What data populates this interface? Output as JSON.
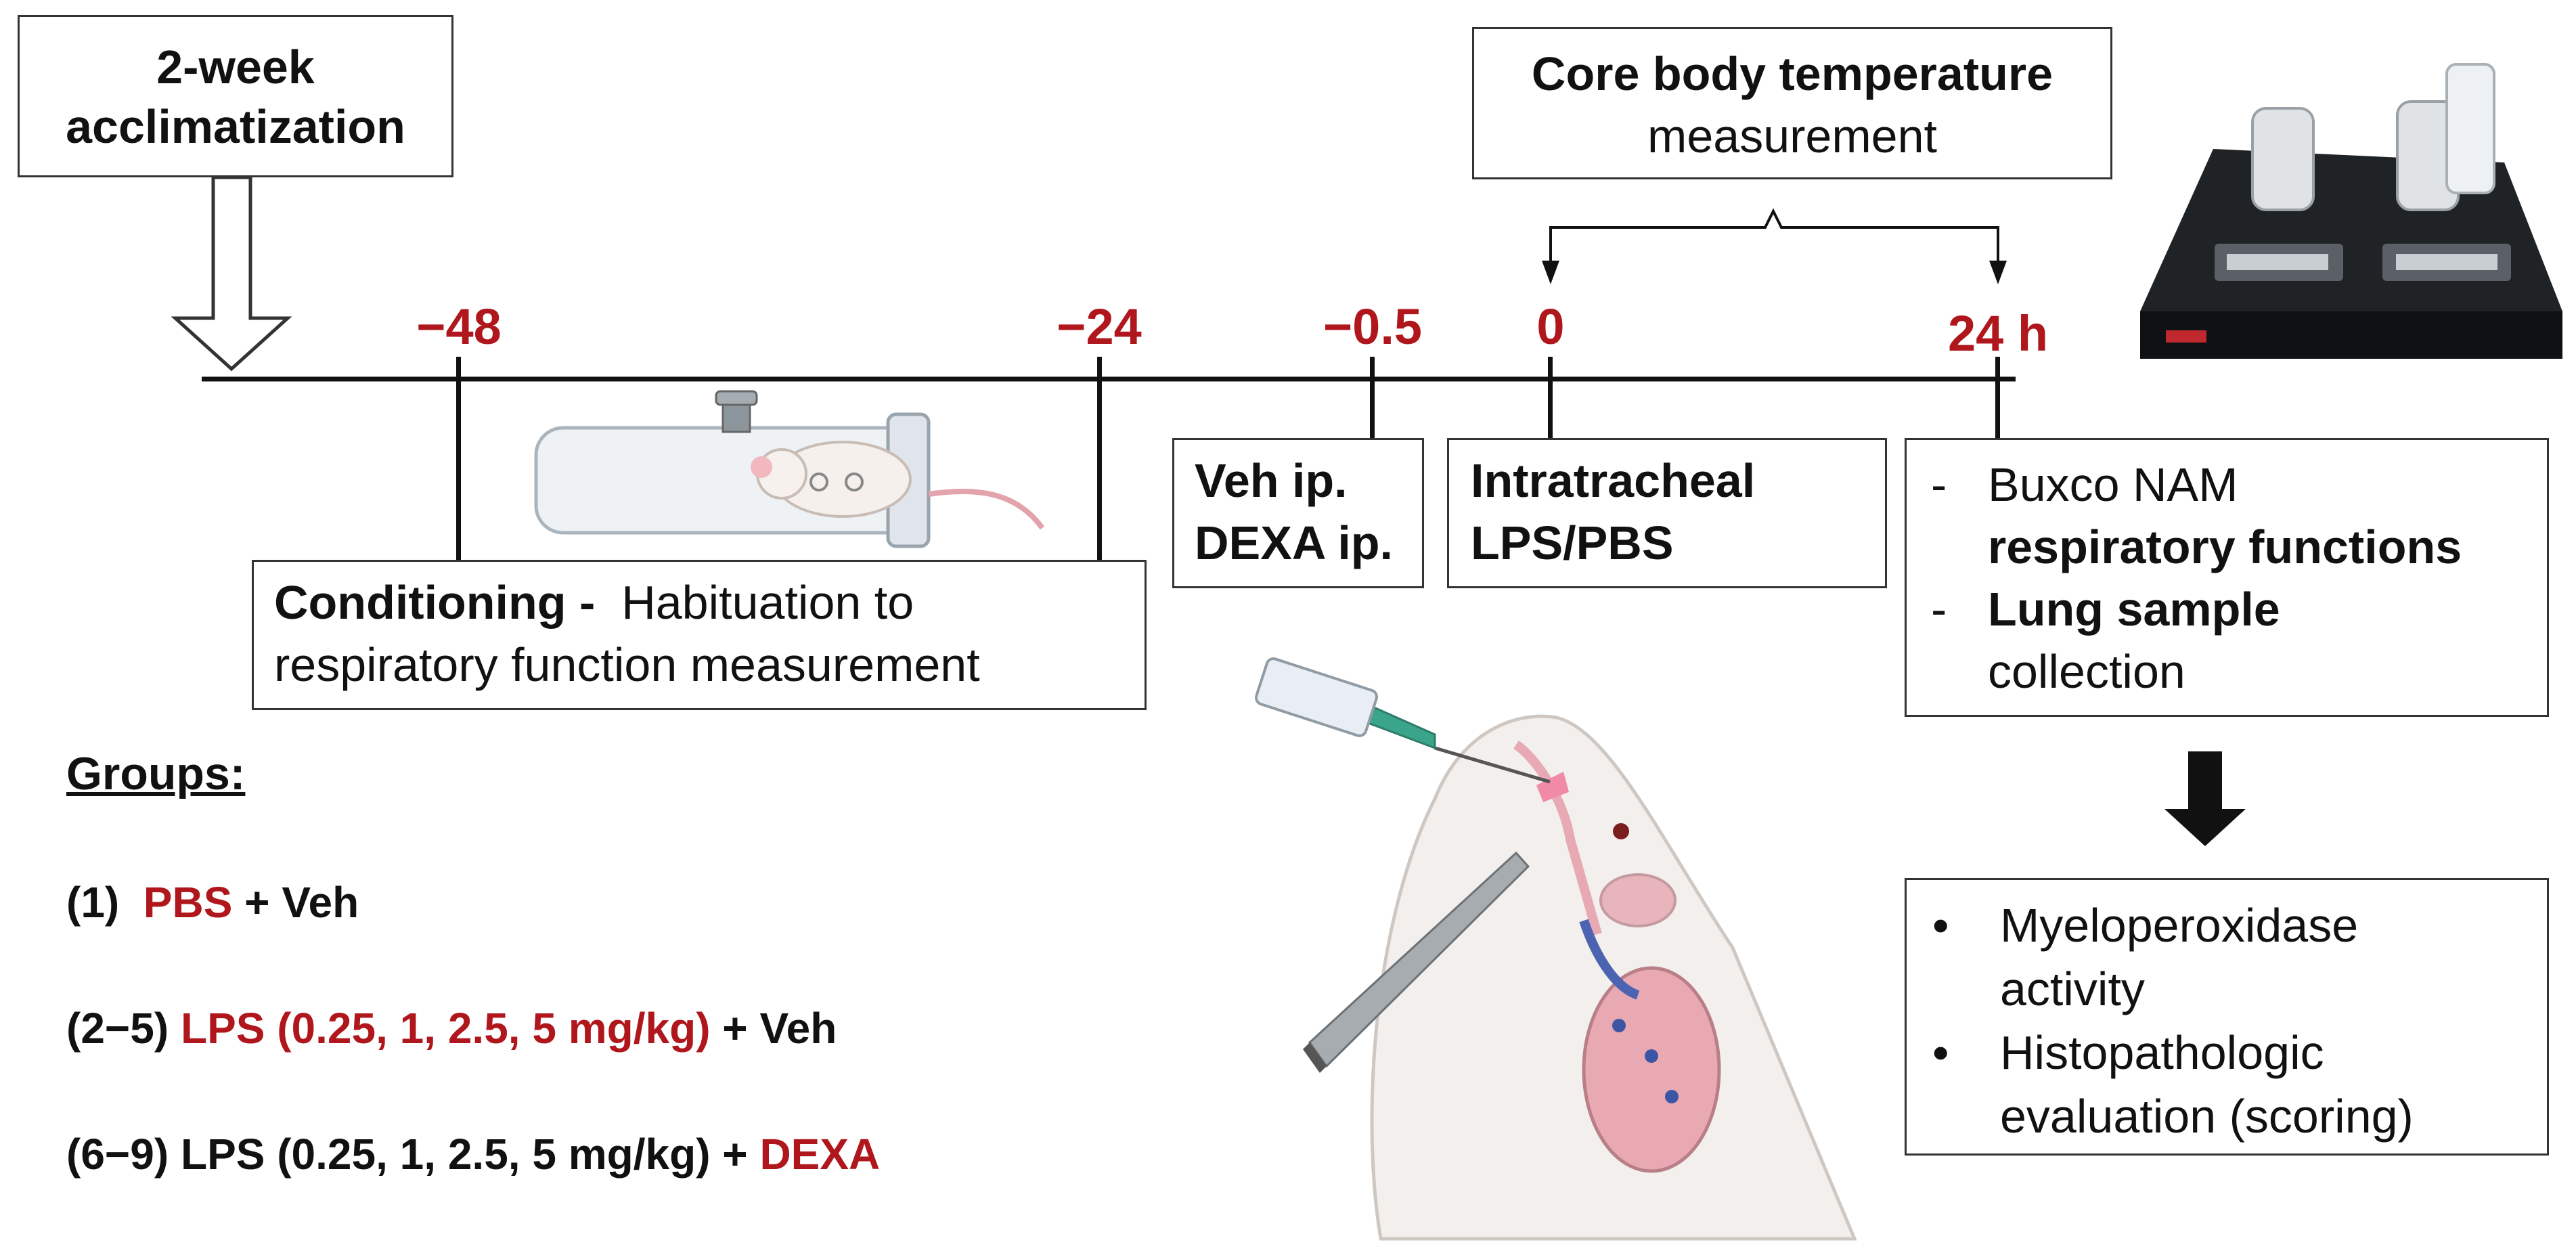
{
  "acclimatization": {
    "line1": "2-week",
    "line2": "acclimatization"
  },
  "core_temp": {
    "title": "Core body temperature",
    "subtitle": "measurement"
  },
  "timeline": {
    "ticks": [
      {
        "label": "−48"
      },
      {
        "label": "−24"
      },
      {
        "label": "−0.5"
      },
      {
        "label": "0"
      },
      {
        "label": "24 h"
      }
    ]
  },
  "conditioning": {
    "bold": "Conditioning -",
    "text1": "Habituation to",
    "text2": "respiratory function measurement"
  },
  "veh_box": {
    "line1": "Veh ip.",
    "line2": "DEXA ip."
  },
  "intratracheal": {
    "line1": "Intratracheal",
    "line2": "LPS/PBS"
  },
  "buxco_box": {
    "item1_dash": "-",
    "item1_line1": "Buxco NAM",
    "item1_line2": "respiratory functions",
    "item2_dash": "-",
    "item2_line1": "Lung sample",
    "item2_line2": "collection"
  },
  "analysis_box": {
    "bullet": "•",
    "item1_line1": "Myeloperoxidase",
    "item1_line2": "activity",
    "item2_line1": "Histopathologic",
    "item2_line2": "evaluation (scoring)"
  },
  "groups": {
    "title": "Groups:",
    "g1": {
      "num": "(1)",
      "red": "PBS",
      "rest": " + Veh"
    },
    "g2": {
      "num": "(2−5)",
      "red": "LPS (0.25, 1, 2.5, 5 mg/kg)",
      "rest": " + Veh"
    },
    "g3": {
      "num": "(6−9)",
      "black": "LPS (0.25, 1, 2.5, 5 mg/kg) + ",
      "red": "DEXA"
    }
  },
  "colors": {
    "accent_red": "#b0171c",
    "line": "#111111",
    "box_border": "#333333"
  }
}
